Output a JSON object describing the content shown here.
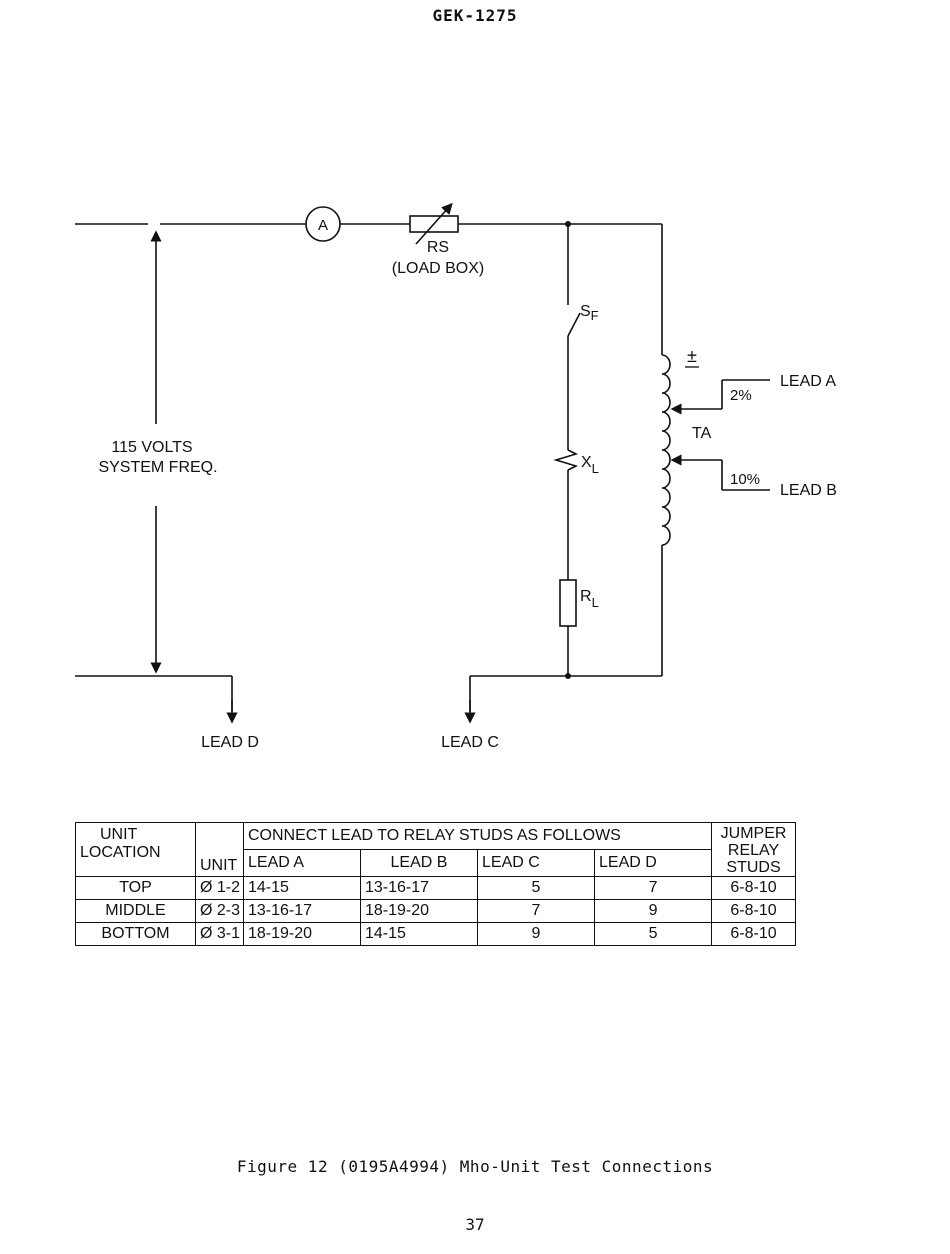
{
  "document": {
    "header": "GEK-1275",
    "caption": "Figure 12 (0195A4994) Mho-Unit Test Connections",
    "page_number": "37"
  },
  "diagram": {
    "ammeter": "A",
    "rs_label": "RS",
    "load_box": "(LOAD BOX)",
    "switch_label_main": "S",
    "switch_label_sub": "F",
    "xl_main": "X",
    "xl_sub": "L",
    "rl_main": "R",
    "rl_sub": "L",
    "polarity": "±",
    "ta_label": "TA",
    "tap_2": "2%",
    "tap_10": "10%",
    "lead_a": "LEAD A",
    "lead_b": "LEAD B",
    "lead_c": "LEAD C",
    "lead_d": "LEAD D",
    "voltage_line1": "115 VOLTS",
    "voltage_line2": "SYSTEM FREQ."
  },
  "table": {
    "header": {
      "unit_location_1": "UNIT",
      "unit_location_2": "LOCATION",
      "unit": "UNIT",
      "connect": "CONNECT LEAD TO RELAY STUDS AS FOLLOWS",
      "jumper_1": "JUMPER",
      "jumper_2": "RELAY",
      "jumper_3": "STUDS",
      "lead_a": "LEAD A",
      "lead_b": "LEAD B",
      "lead_c": "LEAD C",
      "lead_d": "LEAD D"
    },
    "rows": [
      {
        "location": "TOP",
        "unit": "Ø 1-2",
        "lead_a": "14-15",
        "lead_b": "13-16-17",
        "lead_c": "5",
        "lead_d": "7",
        "jumper": "6-8-10"
      },
      {
        "location": "MIDDLE",
        "unit": "Ø 2-3",
        "lead_a": "13-16-17",
        "lead_b": "18-19-20",
        "lead_c": "7",
        "lead_d": "9",
        "jumper": "6-8-10"
      },
      {
        "location": "BOTTOM",
        "unit": "Ø 3-1",
        "lead_a": "18-19-20",
        "lead_b": "14-15",
        "lead_c": "9",
        "lead_d": "5",
        "jumper": "6-8-10"
      }
    ]
  }
}
